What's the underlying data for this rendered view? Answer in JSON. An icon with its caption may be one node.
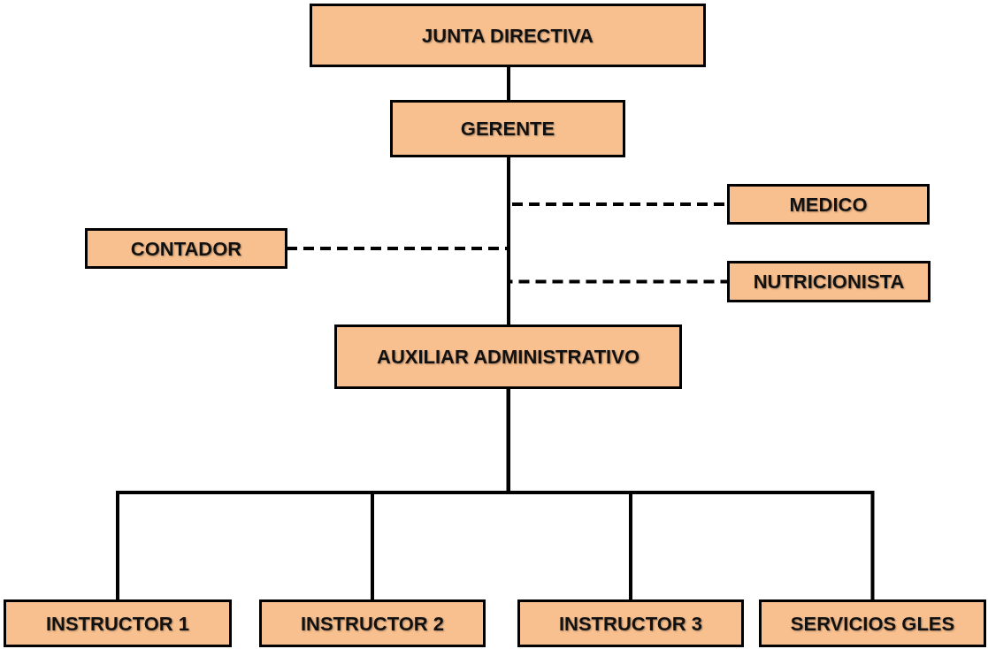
{
  "diagram": {
    "nodes": [
      {
        "text": [
          "JUNTA DIRECTIVA"
        ]
      },
      {
        "text": [
          "GERENTE"
        ]
      },
      {
        "text": [
          "MEDICO"
        ]
      },
      {
        "text": [
          "CONTADOR"
        ]
      },
      {
        "text": [
          "NUTRICIONISTA"
        ]
      },
      {
        "text": [
          "AUXILIAR ADMINISTRATIVO"
        ]
      },
      {
        "text": [
          "INSTRUCTOR 1"
        ]
      },
      {
        "text": [
          "INSTRUCTOR 2"
        ]
      },
      {
        "text": [
          "INSTRUCTOR 3"
        ]
      },
      {
        "text": [
          "SERVICIOS GLES"
        ]
      }
    ],
    "edges": [
      {
        "from": 0,
        "to": 1,
        "arrow": "none"
      },
      {
        "from": 1,
        "to": 2,
        "arrow": "none",
        "style": "dashed"
      },
      {
        "from": 1,
        "to": 3,
        "arrow": "none",
        "style": "dashed"
      },
      {
        "from": 1,
        "to": 4,
        "arrow": "none",
        "style": "dashed"
      },
      {
        "from": 1,
        "to": 5,
        "arrow": "none"
      },
      {
        "from": 5,
        "to": 6,
        "arrow": "none"
      },
      {
        "from": 5,
        "to": 7,
        "arrow": "none"
      },
      {
        "from": 5,
        "to": 8,
        "arrow": "none"
      },
      {
        "from": 5,
        "to": 9,
        "arrow": "none"
      }
    ]
  }
}
